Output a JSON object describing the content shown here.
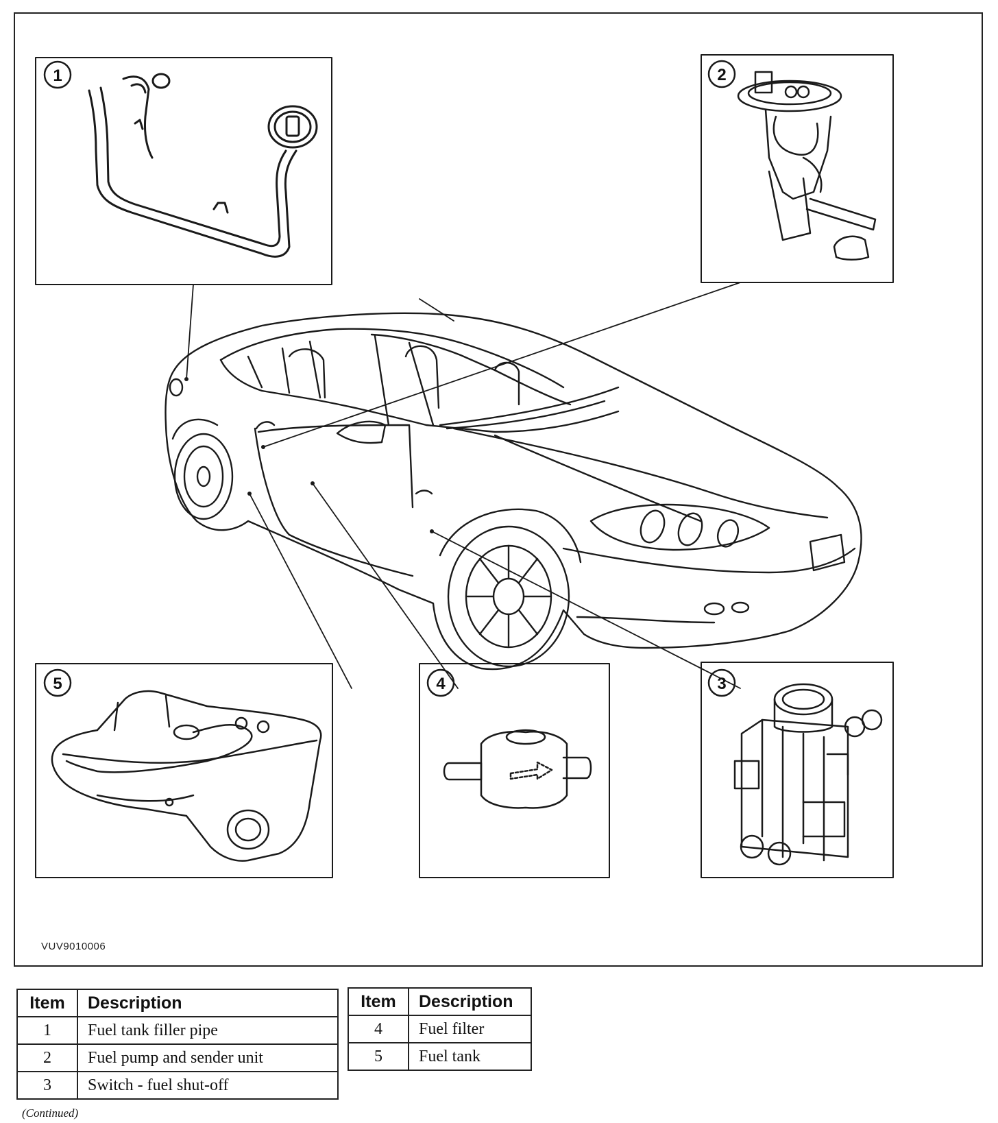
{
  "figure": {
    "reference_code": "VUV9010006",
    "callouts": [
      "1",
      "2",
      "3",
      "4",
      "5"
    ]
  },
  "legend": {
    "header_item": "Item",
    "header_description": "Description",
    "left_rows": [
      {
        "item": "1",
        "description": "Fuel tank filler pipe"
      },
      {
        "item": "2",
        "description": "Fuel pump and sender unit"
      },
      {
        "item": "3",
        "description": "Switch - fuel shut-off"
      }
    ],
    "right_rows": [
      {
        "item": "4",
        "description": "Fuel filter"
      },
      {
        "item": "5",
        "description": "Fuel tank"
      }
    ]
  },
  "footer": {
    "continued": "(Continued)"
  }
}
